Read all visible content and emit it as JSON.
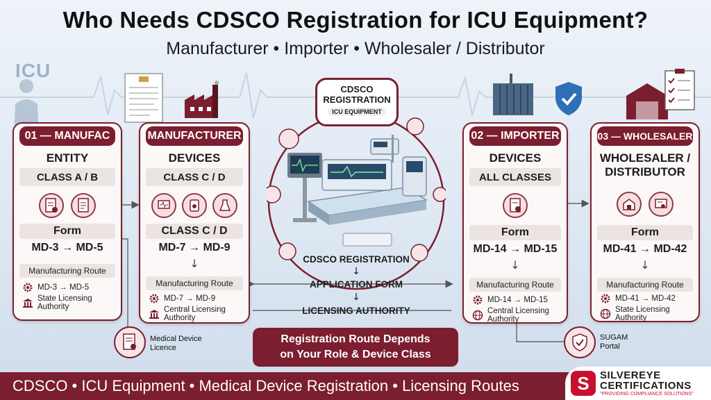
{
  "header": {
    "title": "Who Needs CDSCO Registration for ICU Equipment?",
    "subtitle": "Manufacturer • Importer • Wholesaler / Distributor",
    "bg_label": "ICU"
  },
  "colors": {
    "maroon": "#7b1e2f",
    "pink": "#f7dfe0",
    "band": "#ece3e3"
  },
  "cards": {
    "c1": {
      "pill": "01 — MANUFAC",
      "title": "ENTITY",
      "cls": "CLASS A / B",
      "form_label": "Form",
      "form": "MD-3 → MD-5",
      "route_title": "Manufacturing Route",
      "route_form": "MD-3 → MD-5",
      "authority": "State Licensing Authority",
      "icons": [
        "application-icon",
        "document-icon"
      ]
    },
    "c2": {
      "pill": "MANUFACTURER",
      "title": "DEVICES",
      "cls": "CLASS C / D",
      "form_label": "CLASS C / D",
      "form": "MD-7 → MD-9",
      "route_title": "Manufacturing Route",
      "route_form": "MD-7 → MD-9",
      "authority": "Central Licensing Authority",
      "icons": [
        "monitor-icon",
        "infusion-pump-icon",
        "lab-flask-icon"
      ]
    },
    "c3": {
      "pill": "02 — IMPORTER",
      "title": "DEVICES",
      "cls": "ALL CLASSES",
      "form_label": "Form",
      "form": "MD-14 → MD-15",
      "route_title": "Manufacturing Route",
      "route_form": "MD-14 → MD-15",
      "authority": "Central Licensing Authority",
      "icons": [
        "import-document-icon"
      ]
    },
    "c4": {
      "pill": "03 — WHOLESALER",
      "title1": "WHOLESALER /",
      "title2": "DISTRIBUTOR",
      "form_label": "Form",
      "form": "MD-41 → MD-42",
      "route_title": "Manufacturing Route",
      "route_form": "MD-41 → MD-42",
      "authority": "State Licensing Authority",
      "icons": [
        "warehouse-icon",
        "certificate-icon"
      ]
    }
  },
  "hub": {
    "badge1": "CDSCO",
    "badge2": "REGISTRATION",
    "badge3": "ICU EQUIPMENT",
    "step1": "CDSCO REGISTRATION",
    "step2": "APPLICATION FORM",
    "step3": "LICENSING AUTHORITY",
    "arrow": "↓"
  },
  "cta": {
    "line1": "Registration Route Depends",
    "line2": "on Your Role & Device Class"
  },
  "notes": {
    "licence1": "Medical Device",
    "licence2": "Licence",
    "portal1": "SUGAM",
    "portal2": "Portal"
  },
  "footer": {
    "text": "CDSCO • ICU Equipment • Medical Device Registration • Licensing Routes",
    "logo_letter": "S",
    "logo_line1": "SILVEREYE",
    "logo_line2": "CERTIFICATIONS",
    "logo_tag": "\"PROVIDING COMPLIANCE SOLUTIONS\""
  }
}
